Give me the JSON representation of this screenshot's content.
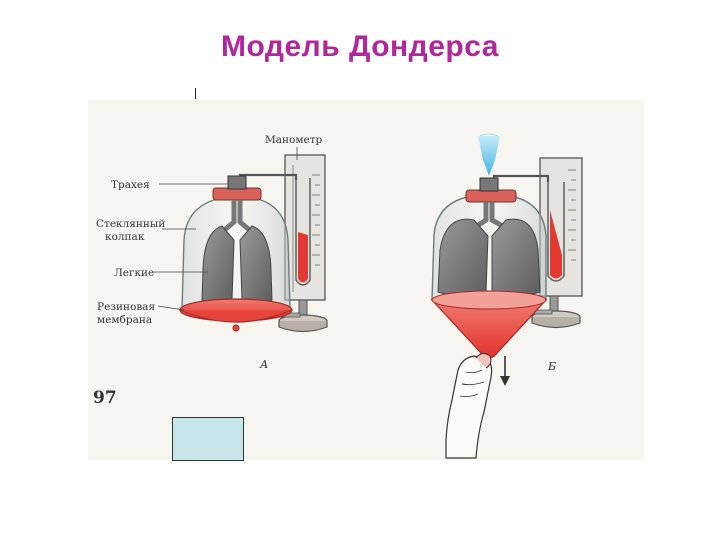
{
  "title": "Модель Дондерса",
  "colors": {
    "title": "#b0279c",
    "membrane": "#e8443e",
    "mercury": "#e23a33",
    "airflow": "#49b9e3",
    "answer_box": "#c6e6ea"
  },
  "diagram": {
    "labels": {
      "manometer": "Манометр",
      "trachea": "Трахея",
      "glass_cap_line1": "Стеклянный",
      "glass_cap_line2": "колпак",
      "lungs": "Легкие",
      "membrane_line1": "Резиновая",
      "membrane_line2": "мембрана"
    },
    "panel_a_letter": "А",
    "panel_b_letter": "Б",
    "figure_number": "97"
  },
  "icons": [
    "airflow-arrow-icon",
    "pull-down-arrow-icon",
    "hand-icon"
  ]
}
